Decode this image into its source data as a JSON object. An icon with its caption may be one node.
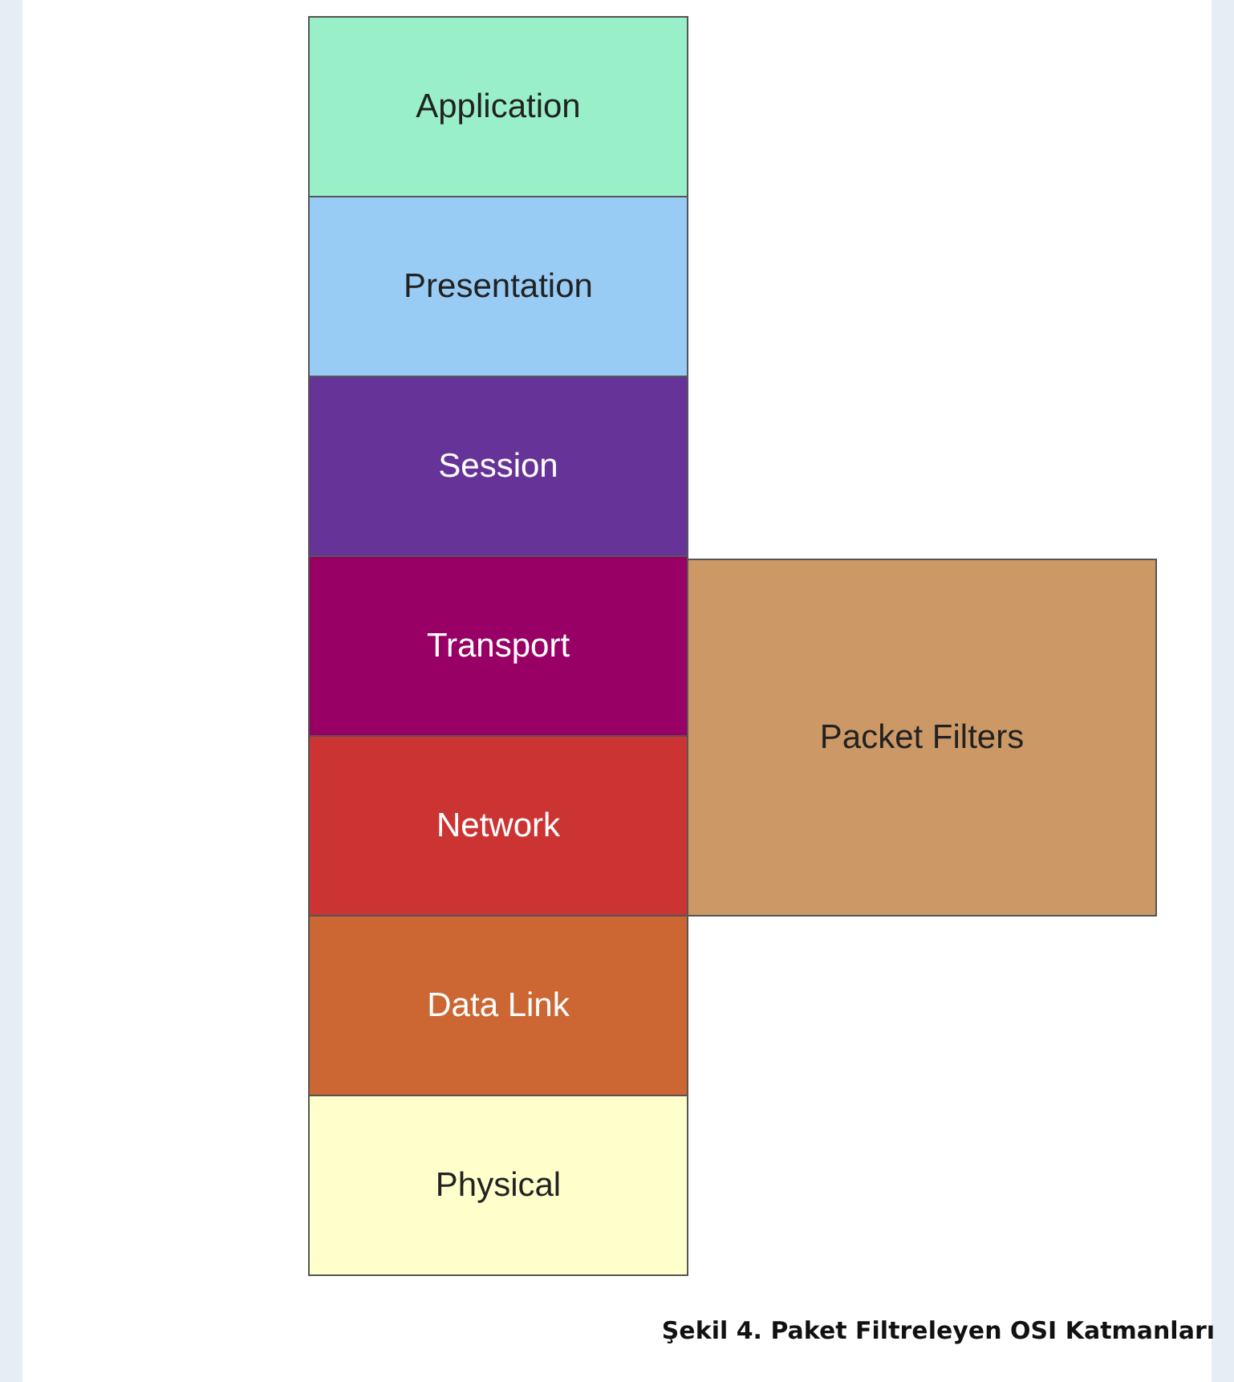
{
  "diagram": {
    "caption": "Şekil 4. Paket Filtreleyen OSI Katmanları",
    "nodes": [
      {
        "text": [
          "Application"
        ]
      },
      {
        "text": [
          "Presentation"
        ]
      },
      {
        "text": [
          "Session"
        ]
      },
      {
        "text": [
          "Transport"
        ]
      },
      {
        "text": [
          "Network"
        ]
      },
      {
        "text": [
          "Data Link"
        ]
      },
      {
        "text": [
          "Physical"
        ]
      },
      {
        "text": [
          "Packet Filters"
        ]
      }
    ]
  }
}
